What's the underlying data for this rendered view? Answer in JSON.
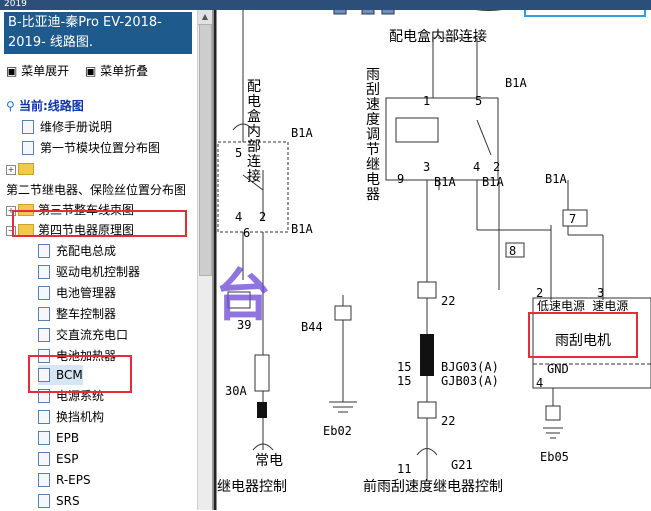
{
  "window": {
    "partial_title": "2019"
  },
  "sidebar": {
    "header_title": "B-比亚迪-秦Pro EV-2018-2019- 线路图.",
    "menu": {
      "expand": "菜单展开",
      "collapse": "菜单折叠"
    },
    "current_label": "当前:线路图",
    "items": [
      {
        "label": "维修手册说明",
        "type": "doc"
      },
      {
        "label": "第一节模块位置分布图",
        "type": "doc"
      },
      {
        "label": "",
        "type": "folder"
      },
      {
        "label": "第二节继电器、保险丝位置分布图",
        "type": "text"
      },
      {
        "label": "第三节整车线束图",
        "type": "folder"
      },
      {
        "label": "第四节电器原理图",
        "type": "folder-open"
      },
      {
        "label": "充配电总成",
        "type": "doc"
      },
      {
        "label": "驱动电机控制器",
        "type": "doc"
      },
      {
        "label": "电池管理器",
        "type": "doc"
      },
      {
        "label": "整车控制器",
        "type": "doc"
      },
      {
        "label": "交直流充电口",
        "type": "doc"
      },
      {
        "label": "电池加热器",
        "type": "doc"
      },
      {
        "label": "BCM",
        "type": "doc"
      },
      {
        "label": "电源系统",
        "type": "doc"
      },
      {
        "label": "换挡机构",
        "type": "doc"
      },
      {
        "label": "EPB",
        "type": "doc"
      },
      {
        "label": "ESP",
        "type": "doc"
      },
      {
        "label": "R-EPS",
        "type": "doc"
      },
      {
        "label": "SRS",
        "type": "doc"
      }
    ]
  },
  "diagram": {
    "top_label": "配电盒内部连接",
    "left_vertical": "配电盒内部连接",
    "mid_vertical": "雨刮速度调节继电器",
    "b1a": "B1A",
    "pins": {
      "p5": "5",
      "p1": "1",
      "p3": "3",
      "p4": "4",
      "p2": "2",
      "p6": "6",
      "p9": "9",
      "p7": "7",
      "p8": "8"
    },
    "conn_b44": "B44",
    "conn_eb02": "Eb02",
    "conn_eb05": "Eb05",
    "wire_bjg03": "BJG03(A)",
    "wire_gjb03": "GJB03(A)",
    "num15": "15",
    "num22": "22",
    "num30a": "30A",
    "num39": "39",
    "motor_top": "低速电源 速电源",
    "motor_name": "雨刮电机",
    "gnd": "GND",
    "g21": "G21",
    "num11": "11",
    "changdian": "常电",
    "bottom_left": "继电器控制",
    "bottom_right": "前雨刮速度继电器控制"
  }
}
